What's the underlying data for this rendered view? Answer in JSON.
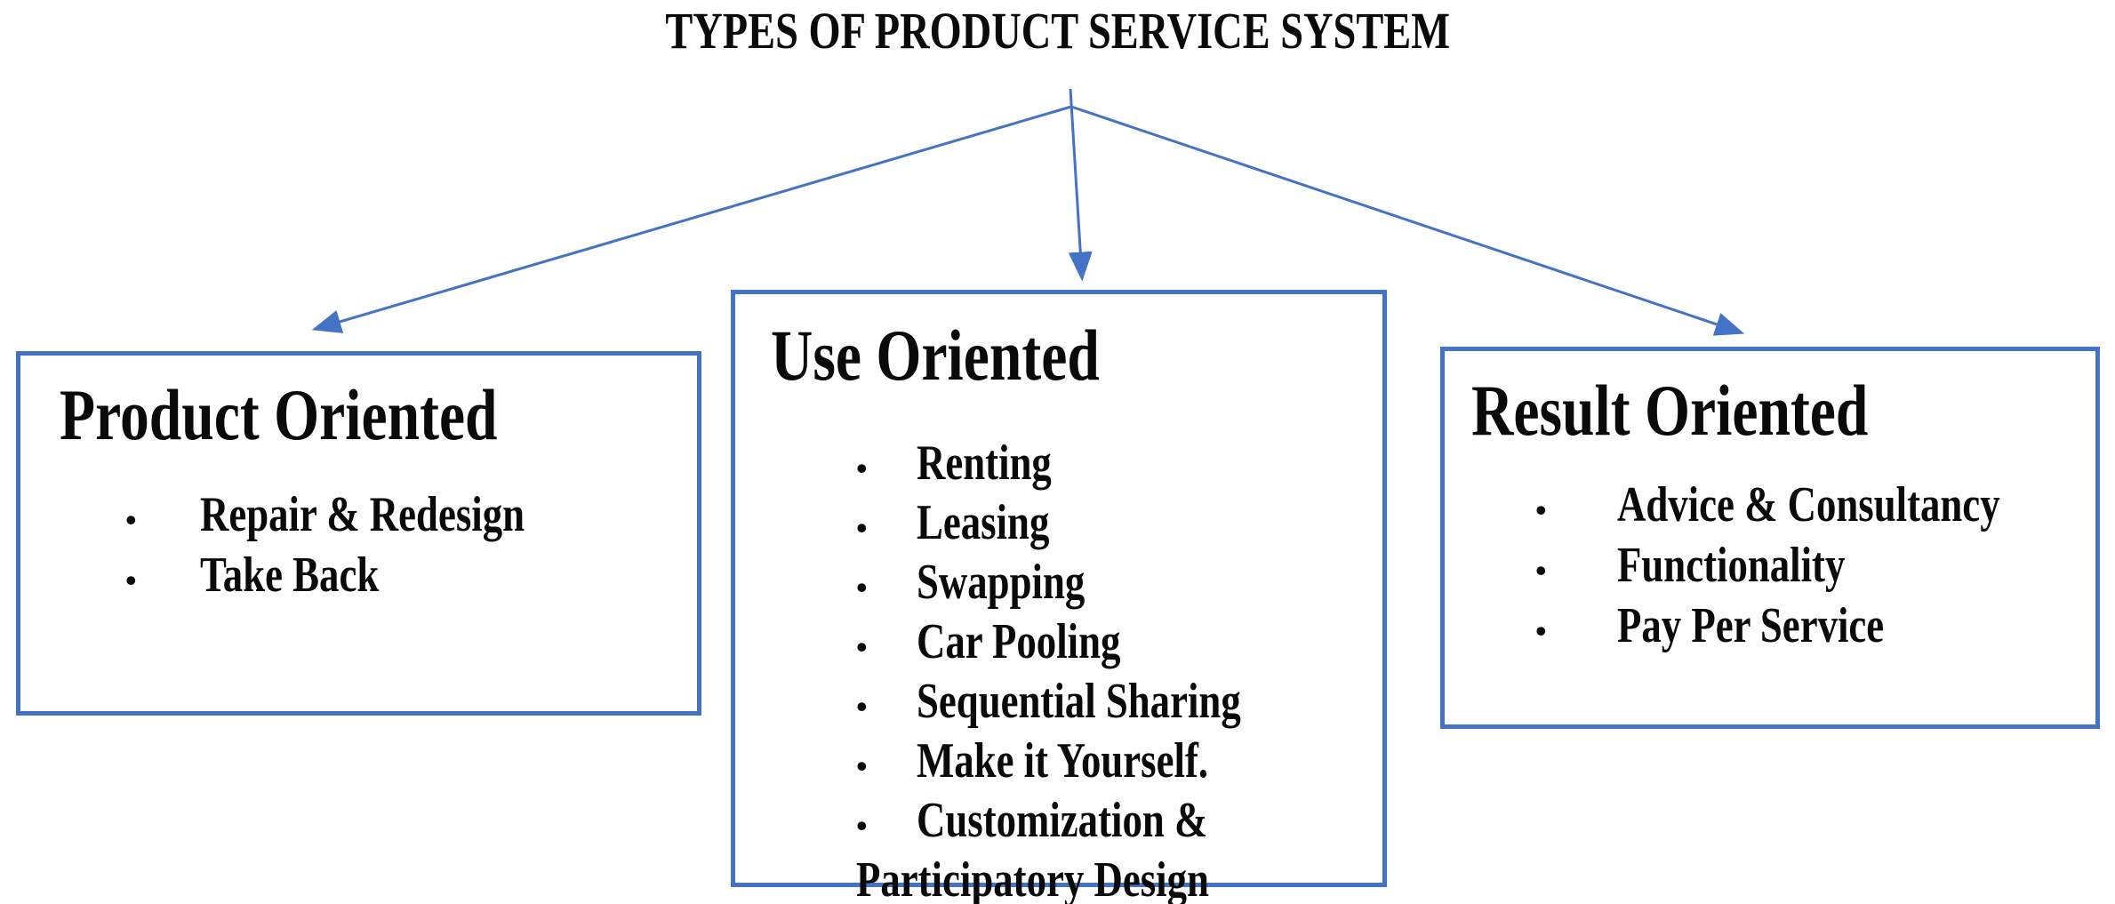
{
  "title": "TYPES OF PRODUCT SERVICE SYSTEM",
  "bullet_glyph": "•",
  "colors": {
    "accent": "#4472C4",
    "text": "#0a0a0a",
    "background": "#ffffff"
  },
  "boxes": [
    {
      "id": "product-oriented",
      "heading": "Product Oriented",
      "items": [
        "Repair & Redesign",
        "Take Back"
      ]
    },
    {
      "id": "use-oriented",
      "heading": "Use Oriented",
      "items": [
        "Renting",
        "Leasing",
        "Swapping",
        "Car Pooling",
        "Sequential Sharing",
        "Make it Yourself.",
        "Customization &"
      ],
      "continuation": "Participatory Design"
    },
    {
      "id": "result-oriented",
      "heading": "Result Oriented",
      "items": [
        "Advice & Consultancy",
        "Functionality",
        "Pay Per Service"
      ]
    }
  ]
}
